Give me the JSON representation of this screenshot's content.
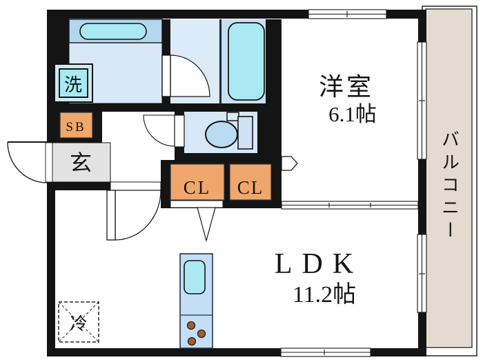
{
  "plan": {
    "rooms": {
      "western": {
        "name": "洋室",
        "size": "6.1帖"
      },
      "ldk": {
        "name": "LDK",
        "size": "11.2帖"
      },
      "balcony": {
        "name": "バルコニー"
      },
      "entrance": {
        "label": "玄"
      }
    },
    "fixtures": {
      "washer": "洗",
      "shoe_box": "SB",
      "closet_left": "CL",
      "closet_right": "CL",
      "fridge": "冷"
    },
    "colors": {
      "wall": "#141414",
      "floor_blue": "#d9e8f6",
      "floor_blue_light": "#dcebf8",
      "bath_floor": "#c9dff4",
      "counter_blue": "#b5d6f0",
      "fixture_cyan": "#a9e9f2",
      "washer_outer": "#cde9f3",
      "toilet_floor": "#d6e7f7",
      "toilet_bowl": "#b9dcf2",
      "toilet_tank": "#cfe3f5",
      "closet_orange": "#efa76b",
      "entrance_gray": "#e2e2e2",
      "balcony_beige": "#e4dacf",
      "kitchen_blue": "#c3def5",
      "sink_cyan": "#ace8f4",
      "burner_brown": "#a65d2b"
    }
  }
}
